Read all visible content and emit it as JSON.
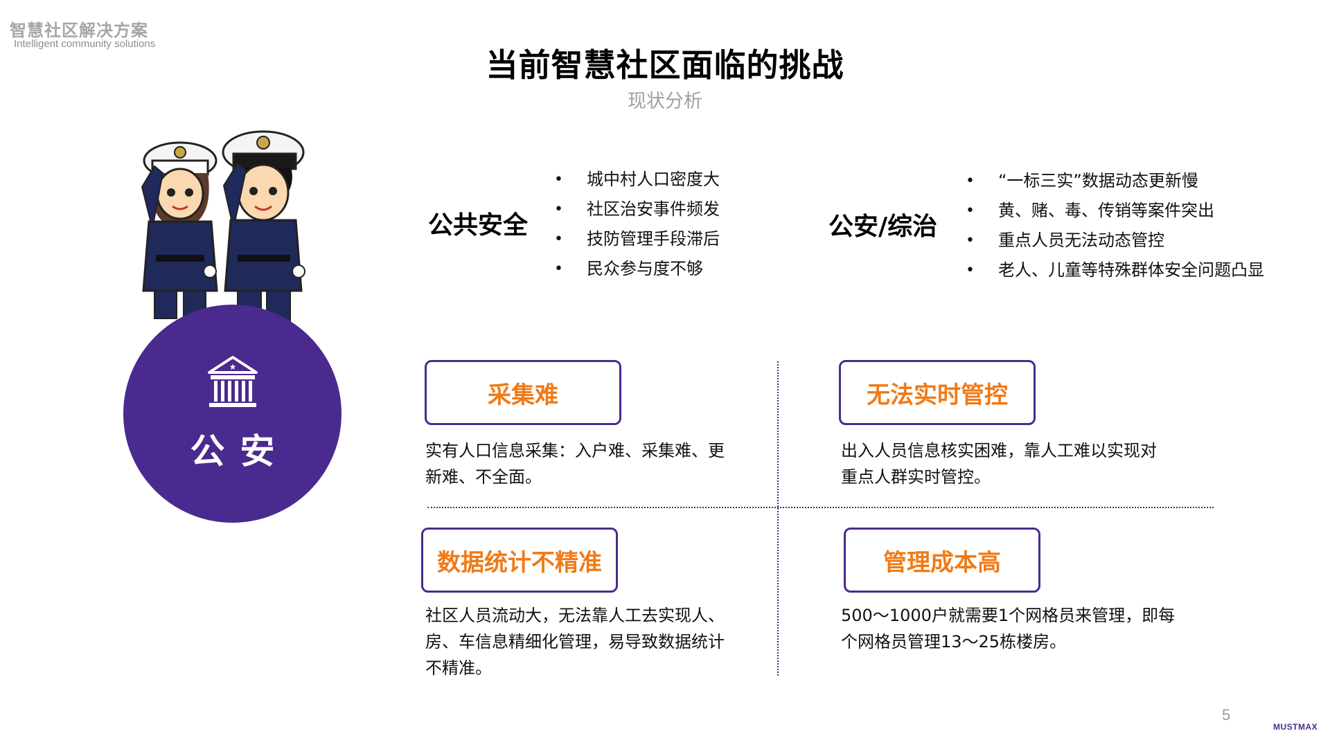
{
  "brand": {
    "cn": "智慧社区解决方案",
    "en": "Intelligent community solutions"
  },
  "title": "当前智慧社区面临的挑战",
  "subtitle": "现状分析",
  "left_panel": {
    "circle_label": "公安",
    "icon": "government-building-icon",
    "illustration": "two-police-officers-saluting"
  },
  "sections": [
    {
      "title": "公共安全",
      "bullet": "•",
      "items": [
        "城中村人口密度大",
        "社区治安事件频发",
        "技防管理手段滞后",
        "民众参与度不够"
      ]
    },
    {
      "title": "公安/综治",
      "bullet": "•",
      "items": [
        "“一标三实”数据动态更新慢",
        "黄、赌、毒、传销等案件突出",
        "重点人员无法动态管控",
        "老人、儿童等特殊群体安全问题凸显"
      ]
    }
  ],
  "challenges": [
    {
      "title": "采集难",
      "desc": "实有人口信息采集：入户难、采集难、更新难、不全面。"
    },
    {
      "title": "无法实时管控",
      "desc": "出入人员信息核实困难，靠人工难以实现对重点人群实时管控。"
    },
    {
      "title": "数据统计不精准",
      "desc": "社区人员流动大，无法靠人工去实现人、房、车信息精细化管理，易导致数据统计不精准。"
    },
    {
      "title": "管理成本高",
      "desc": "500～1000户就需要1个网格员来管理，即每个网格员管理13～25栋楼房。"
    }
  ],
  "footer": {
    "page_number": "5",
    "logo": "MUSTMAX"
  },
  "colors": {
    "accent_purple": "#4a2a8f",
    "accent_orange": "#f07a17",
    "muted_gray": "#a0a0a0"
  }
}
